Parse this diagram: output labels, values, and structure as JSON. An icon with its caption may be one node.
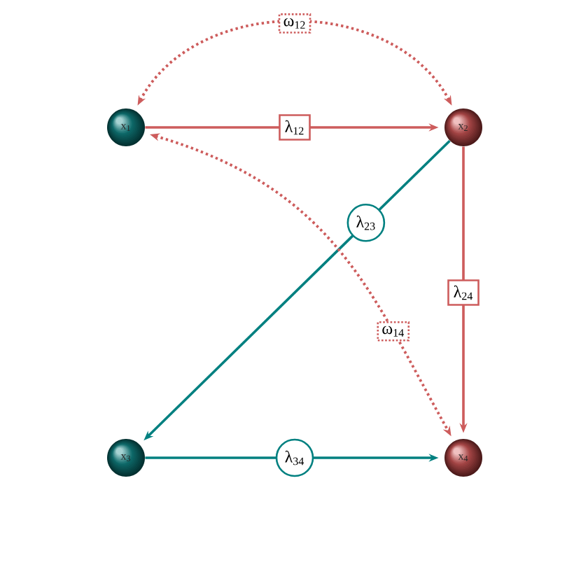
{
  "diagram": {
    "nodes": [
      {
        "text": [
          "x$_{1}$"
        ]
      },
      {
        "text": [
          "x$_{2}$"
        ]
      },
      {
        "text": [
          "x$_{3}$"
        ]
      },
      {
        "text": [
          "x$_{4}$"
        ]
      }
    ],
    "edges": [
      {
        "from": 0,
        "to": 1,
        "arrow": "to",
        "label": "λ$_{12}$"
      },
      {
        "from": 1,
        "to": 2,
        "arrow": "to",
        "label": "λ$_{23}$",
        "color": "#008080"
      },
      {
        "from": 1,
        "to": 3,
        "arrow": "to",
        "label": "λ$_{24}$"
      },
      {
        "from": 2,
        "to": 3,
        "arrow": "to",
        "label": "λ$_{34}$",
        "color": "#008080"
      },
      {
        "from": 0,
        "to": 1,
        "arrow": "both",
        "label": "ω$_{12}$",
        "style": "dashed"
      },
      {
        "from": 0,
        "to": 3,
        "arrow": "both",
        "label": "ω$_{14}$",
        "style": "dashed"
      }
    ]
  }
}
